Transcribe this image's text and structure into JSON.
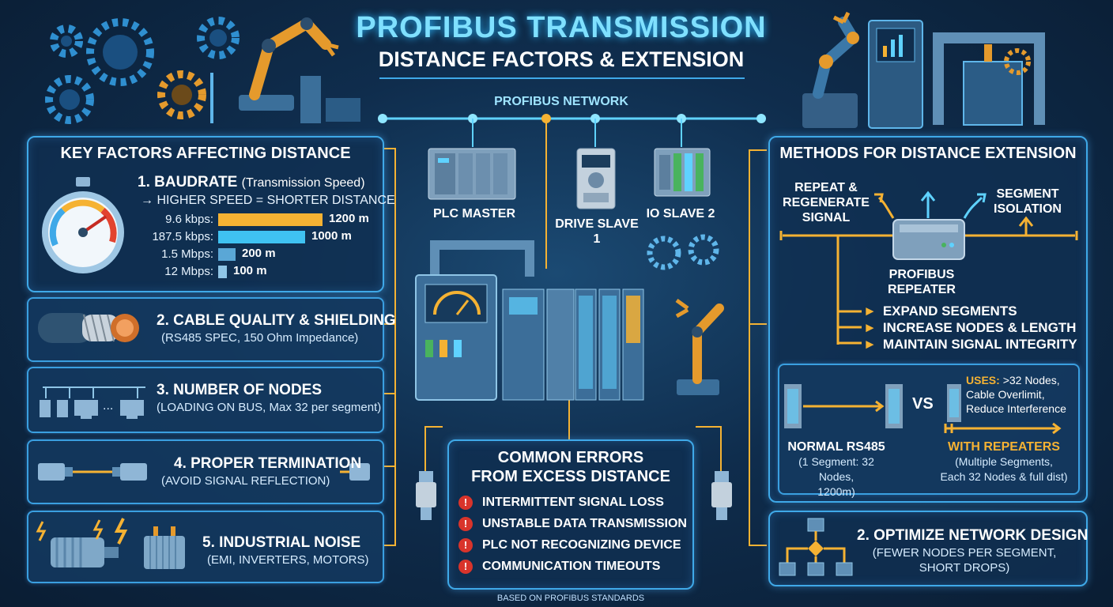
{
  "header": {
    "title": "PROFIBUS TRANSMISSION",
    "subtitle": "DISTANCE FACTORS & EXTENSION"
  },
  "network": {
    "label": "PROFIBUS NETWORK",
    "nodes": [
      "PLC MASTER",
      "DRIVE SLAVE 1",
      "IO SLAVE 2"
    ]
  },
  "key_factors": {
    "title": "KEY FACTORS AFFECTING DISTANCE",
    "baudrate": {
      "heading": "1. BAUDRATE",
      "heading_note": "(Transmission Speed)",
      "rule": "→ HIGHER SPEED = SHORTER DISTANCE",
      "rows": [
        {
          "speed": "9.6 kbps:",
          "distance": "1200 m",
          "meters": 1200,
          "color": "#f5b233"
        },
        {
          "speed": "187.5 kbps:",
          "distance": "1000 m",
          "meters": 1000,
          "color": "#3fc2f2"
        },
        {
          "speed": "1.5 Mbps:",
          "distance": "200 m",
          "meters": 200,
          "color": "#5aa7d6"
        },
        {
          "speed": "12 Mbps:",
          "distance": "100 m",
          "meters": 100,
          "color": "#8fc5e6"
        }
      ]
    },
    "cable": {
      "heading": "2. CABLE QUALITY & SHIELDING",
      "detail": "(RS485 SPEC, 150 Ohm Impedance)"
    },
    "nodes": {
      "heading": "3. NUMBER OF NODES",
      "detail": "(LOADING ON BUS, Max 32 per segment)",
      "ellipsis": "..."
    },
    "termination": {
      "heading": "4. PROPER TERMINATION",
      "detail": "(AVOID SIGNAL REFLECTION)"
    },
    "noise": {
      "heading": "5. INDUSTRIAL NOISE",
      "detail": "(EMI, INVERTERS, MOTORS)"
    }
  },
  "errors": {
    "title_line1": "COMMON ERRORS",
    "title_line2": "FROM EXCESS DISTANCE",
    "icon": "!",
    "items": [
      "INTERMITTENT SIGNAL LOSS",
      "UNSTABLE DATA TRANSMISSION",
      "PLC NOT RECOGNIZING DEVICE",
      "COMMUNICATION TIMEOUTS"
    ]
  },
  "footer": "BASED ON PROFIBUS STANDARDS",
  "extension": {
    "title": "METHODS FOR DISTANCE EXTENSION",
    "repeat_label_1": "REPEAT &",
    "repeat_label_2": "REGENERATE",
    "repeat_label_3": "SIGNAL",
    "segment_label_1": "SEGMENT",
    "segment_label_2": "ISOLATION",
    "repeater_label_1": "PROFIBUS",
    "repeater_label_2": "REPEATER",
    "benefits": [
      "EXPAND SEGMENTS",
      "INCREASE NODES & LENGTH",
      "MAINTAIN SIGNAL INTEGRITY"
    ],
    "compare": {
      "vs": "VS",
      "uses_label": "USES:",
      "uses_1": ">32 Nodes,",
      "uses_2": "Cable Overlimit,",
      "uses_3": "Reduce Interference",
      "normal_title": "NORMAL RS485",
      "normal_1": "(1 Segment: 32 Nodes,",
      "normal_2": "1200m)",
      "rep_title": "WITH REPEATERS",
      "rep_1": "(Multiple Segments,",
      "rep_2": "Each 32 Nodes & full dist)"
    },
    "optimize": {
      "heading": "2. OPTIMIZE NETWORK DESIGN",
      "detail_1": "(FEWER NODES PER SEGMENT,",
      "detail_2": "SHORT DROPS)"
    }
  },
  "colors": {
    "accent_blue": "#3fa9e8",
    "accent_orange": "#f5b233",
    "error_red": "#d9342b",
    "title_cyan": "#7fe0ff"
  }
}
